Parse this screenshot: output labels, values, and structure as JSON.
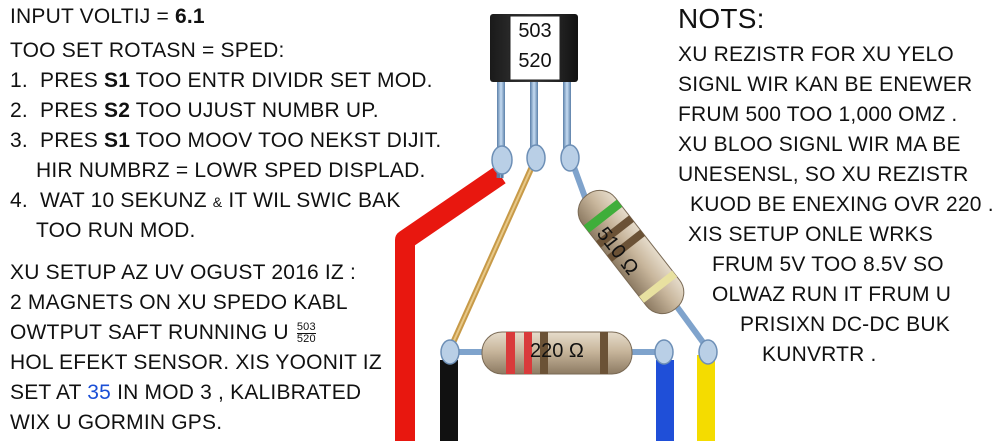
{
  "left": {
    "input_label": "INPUT VOLTIJ = ",
    "input_value": "6.1",
    "rotation_line": "TOO SET ROTASN = SPED:",
    "steps": [
      {
        "num": "1.",
        "pre": "PRES ",
        "key": "S1",
        "post": " TOO ENTR DIVIDR SET MOD."
      },
      {
        "num": "2.",
        "pre": "PRES ",
        "key": "S2",
        "post": " TOO UJUST NUMBR UP."
      },
      {
        "num": "3.",
        "pre": "PRES ",
        "key": "S1",
        "post": " TOO MOOV TOO NEKST DIJIT."
      },
      {
        "num": "",
        "pre": "HIR NUMBRZ = LOWR SPED DISPLAD.",
        "key": "",
        "post": ""
      },
      {
        "num": "4.",
        "pre": "WAT 10 SEKUNZ ",
        "key": "",
        "post": "IT WIL SWIC BAK"
      },
      {
        "num": "",
        "pre": "TOO RUN MOD.",
        "key": "",
        "post": ""
      }
    ],
    "amp_glyph": "&",
    "setup_lines": [
      "XU SETUP AZ UV OGUST 2016 IZ :",
      "2 MAGNETS ON XU SPEDO KABL",
      "OWTPUT SAFT RUNNING U",
      "HOL EFEKT SENSOR.  XIS YOONIT IZ",
      "SET AT ",
      "WIX U GORMIN GPS."
    ],
    "frac_top": "503",
    "frac_bottom": "520",
    "set_value": "35",
    "set_suffix": " IN MOD 3 , KALIBRATED"
  },
  "notes": {
    "title": "NOTS:",
    "lines": [
      "XU REZISTR FOR XU YELO",
      "SIGNL WIR KAN BE ENEWER",
      "FRUM 500 TOO 1,000 OMZ .",
      "XU BLOO SIGNL WIR MA BE",
      "UNESENSL, SO XU REZISTR",
      "KUOD BE ENEXING OVR 220 .",
      "XIS SETUP ONLE WRKS",
      "FRUM  5V   TOO   8.5V SO",
      "OLWAZ RUN IT FRUM U",
      "PRISIXN  DC-DC BUK",
      "KUNVRTR ."
    ]
  },
  "diagram": {
    "sensor_top": "503",
    "sensor_bottom": "520",
    "resistor_diag_label": "510 Ω",
    "resistor_horiz_label": "220 Ω",
    "colors": {
      "red_wire": "#e8170f",
      "black_wire": "#111111",
      "blue_wire": "#1f4fd8",
      "yellow_wire": "#f4dc00",
      "tan_wire": "#d8b064",
      "resistor_body": "#c9b9a0",
      "lead": "#8fb2d8"
    }
  }
}
